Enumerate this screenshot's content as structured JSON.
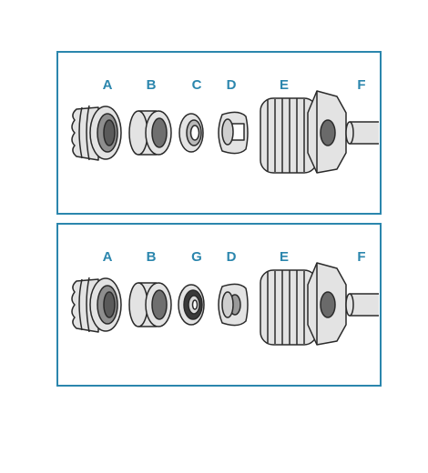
{
  "panels": [
    {
      "id": "top",
      "labels": [
        "A",
        "B",
        "C",
        "D",
        "E",
        "F"
      ]
    },
    {
      "id": "bottom",
      "labels": [
        "A",
        "B",
        "G",
        "D",
        "E",
        "F"
      ]
    }
  ],
  "colors": {
    "border": "#2b86ad",
    "label": "#2b86ad",
    "part_fill": "#e3e3e3",
    "part_stroke": "#2a2a2a"
  }
}
